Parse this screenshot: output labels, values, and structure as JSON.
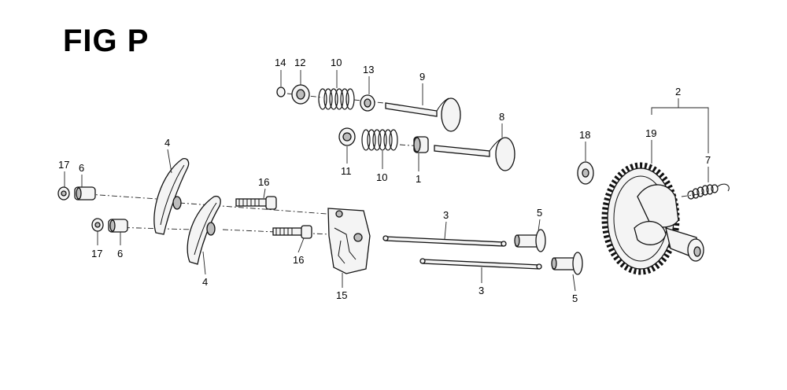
{
  "figure": {
    "title": "FIG P"
  },
  "callouts": [
    {
      "id": "c14",
      "text": "14"
    },
    {
      "id": "c12",
      "text": "12"
    },
    {
      "id": "c10a",
      "text": "10"
    },
    {
      "id": "c13",
      "text": "13"
    },
    {
      "id": "c9",
      "text": "9"
    },
    {
      "id": "c8",
      "text": "8"
    },
    {
      "id": "c11",
      "text": "11"
    },
    {
      "id": "c10b",
      "text": "10"
    },
    {
      "id": "c1",
      "text": "1"
    },
    {
      "id": "c2",
      "text": "2"
    },
    {
      "id": "c18",
      "text": "18"
    },
    {
      "id": "c19",
      "text": "19"
    },
    {
      "id": "c7",
      "text": "7"
    },
    {
      "id": "c4a",
      "text": "4"
    },
    {
      "id": "c4b",
      "text": "4"
    },
    {
      "id": "c17a",
      "text": "17"
    },
    {
      "id": "c6a",
      "text": "6"
    },
    {
      "id": "c17b",
      "text": "17"
    },
    {
      "id": "c6b",
      "text": "6"
    },
    {
      "id": "c16a",
      "text": "16"
    },
    {
      "id": "c16b",
      "text": "16"
    },
    {
      "id": "c15",
      "text": "15"
    },
    {
      "id": "c3a",
      "text": "3"
    },
    {
      "id": "c3b",
      "text": "3"
    },
    {
      "id": "c5a",
      "text": "5"
    },
    {
      "id": "c5b",
      "text": "5"
    }
  ]
}
